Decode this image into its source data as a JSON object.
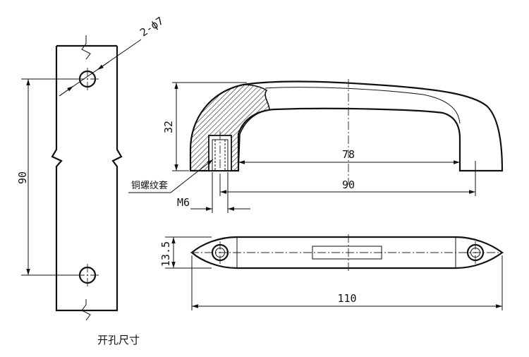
{
  "dimensions": {
    "hole_spec": "2-ϕ7",
    "hole_spacing": "90",
    "height": "32",
    "inner_span": "78",
    "center_span": "90",
    "thread": "M6",
    "width": "13.5",
    "overall_length": "110"
  },
  "labels": {
    "insert": "铜螺纹套",
    "cutout_caption": "开孔尺寸"
  },
  "colors": {
    "line": "#111111",
    "background": "#ffffff"
  }
}
